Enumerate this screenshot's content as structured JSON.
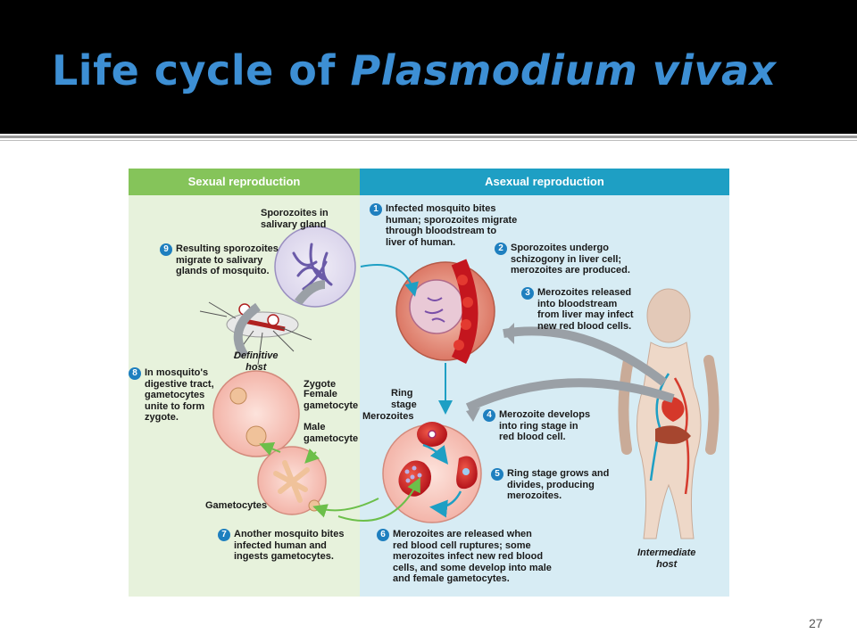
{
  "title": {
    "main": "Life cycle of ",
    "italic": "Plasmodium vivax"
  },
  "page_number": "27",
  "sections": {
    "sexual": "Sexual reproduction",
    "asexual": "Asexual reproduction"
  },
  "steps": [
    {
      "n": "1",
      "text": "Infected mosquito bites\nhuman; sporozoites migrate\nthrough bloodstream to\nliver of human."
    },
    {
      "n": "2",
      "text": "Sporozoites undergo\nschizogony in liver cell;\nmerozoites are produced."
    },
    {
      "n": "3",
      "text": "Merozoites released\ninto bloodstream\nfrom liver may infect\nnew red blood cells."
    },
    {
      "n": "4",
      "text": "Merozoite develops\ninto ring stage in\nred blood cell."
    },
    {
      "n": "5",
      "text": "Ring stage grows and\ndivides, producing\nmerozoites."
    },
    {
      "n": "6",
      "text": "Merozoites are released when\nred blood cell ruptures; some\nmerozoites infect new red blood\ncells, and some develop into male\nand female gametocytes."
    },
    {
      "n": "7",
      "text": "Another mosquito bites\ninfected human and\ningests gametocytes."
    },
    {
      "n": "8",
      "text": "In mosquito's\ndigestive tract,\ngametocytes\nunite to form\nzygote."
    },
    {
      "n": "9",
      "text": "Resulting sporozoites\nmigrate to salivary\nglands of mosquito."
    }
  ],
  "labels": {
    "sporozoites": "Sporozoites in\nsalivary gland",
    "definitive_host": "Definitive\nhost",
    "intermediate_host": "Intermediate\nhost",
    "zygote": "Zygote",
    "female_gametocyte": "Female\ngametocyte",
    "male_gametocyte": "Male\ngametocyte",
    "gametocytes": "Gametocytes",
    "ring_stage": "Ring\nstage",
    "merozoites": "Merozoites"
  },
  "colors": {
    "title": "#3d8fd4",
    "sexual_header": "#85c45a",
    "asexual_header": "#1e9fc4",
    "step_badge": "#1e7fbf"
  }
}
